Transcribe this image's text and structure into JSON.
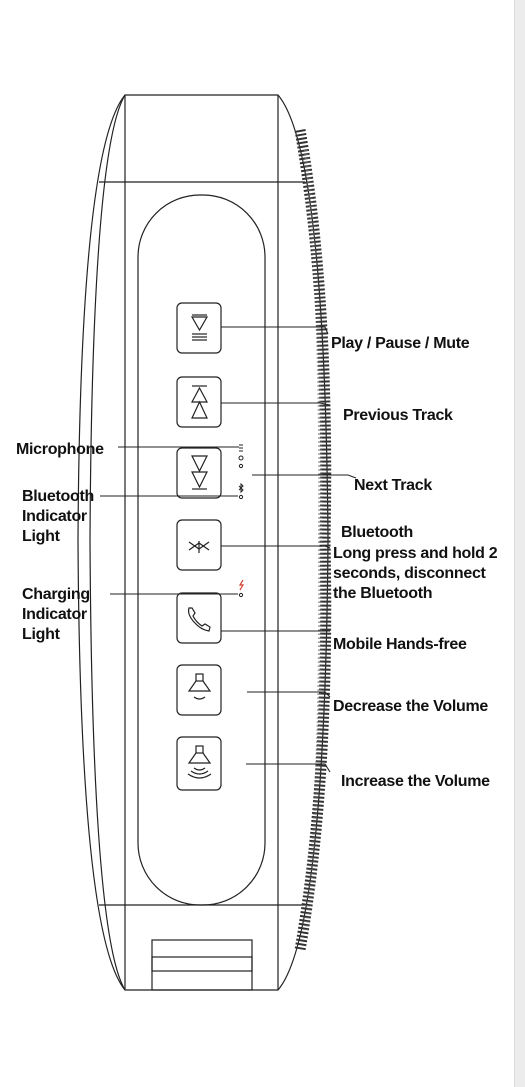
{
  "labels": {
    "play_pause_mute": "Play / Pause / Mute",
    "previous_track": "Previous Track",
    "microphone": "Microphone",
    "next_track": "Next Track",
    "bluetooth_indicator_light": "Bluetooth\nIndicator\nLight",
    "bluetooth": "Bluetooth",
    "bluetooth_note": "Long press and hold 2\nseconds, disconnect\nthe Bluetooth",
    "charging_indicator_light": "Charging\nIndicator\nLight",
    "mobile_hands_free": "Mobile Hands-free",
    "decrease_volume": "Decrease the Volume",
    "increase_volume": "Increase the Volume"
  },
  "colors": {
    "line": "#222222",
    "charging_symbol": "#d23a2a",
    "background": "#ffffff"
  },
  "icons": [
    "play-pause-icon",
    "previous-track-icon",
    "next-track-icon",
    "bluetooth-icon",
    "phone-icon",
    "volume-down-icon",
    "volume-up-icon",
    "microphone-icon",
    "bluetooth-indicator-icon",
    "charging-indicator-icon"
  ]
}
